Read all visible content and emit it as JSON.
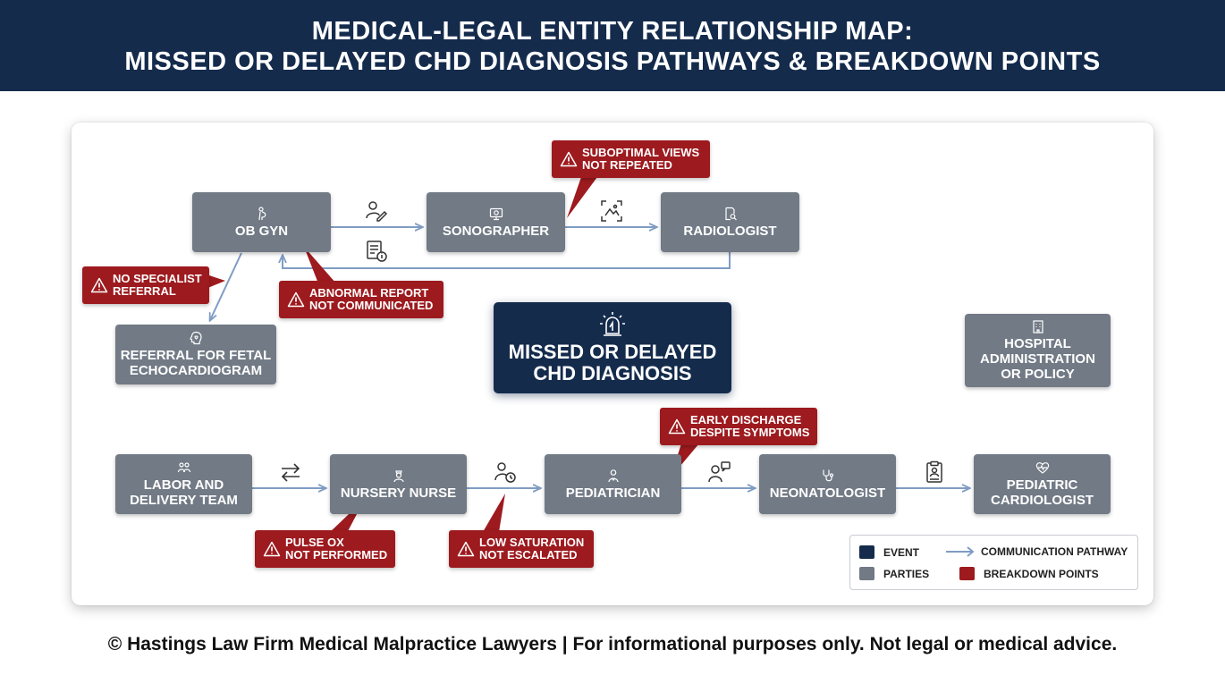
{
  "header": {
    "title_line1": "MEDICAL-LEGAL ENTITY RELATIONSHIP MAP:",
    "title_line2": "MISSED OR DELAYED CHD DIAGNOSIS PATHWAYS & BREAKDOWN POINTS"
  },
  "center": {
    "label": "MISSED OR DELAYED\nCHD DIAGNOSIS",
    "icon": "alarm-icon"
  },
  "nodes": {
    "obgyn": {
      "label": "OB GYN",
      "icon": "pregnant-icon"
    },
    "sonographer": {
      "label": "SONOGRAPHER",
      "icon": "ultrasound-icon"
    },
    "radiologist": {
      "label": "RADIOLOGIST",
      "icon": "document-search-icon"
    },
    "referral": {
      "label": "REFERRAL FOR FETAL\nECHOCARDIOGRAM",
      "icon": "heart-head-icon"
    },
    "hospital": {
      "label": "HOSPITAL\nADMINISTRATION\nOR POLICY",
      "icon": "building-icon"
    },
    "labor": {
      "label": "LABOR AND\nDELIVERY TEAM",
      "icon": "team-icon"
    },
    "nursery": {
      "label": "NURSERY NURSE",
      "icon": "nurse-icon"
    },
    "pediatrician": {
      "label": "PEDIATRICIAN",
      "icon": "doctor-icon"
    },
    "neonatologist": {
      "label": "NEONATOLOGIST",
      "icon": "stethoscope-icon"
    },
    "pedcardio": {
      "label": "PEDIATRIC\nCARDIOLOGIST",
      "icon": "heart-pulse-icon"
    }
  },
  "breakdowns": {
    "suboptimal": "SUBOPTIMAL VIEWS\nNOT REPEATED",
    "no_referral": "NO SPECIALIST\nREFERRAL",
    "abnormal": "ABNORMAL REPORT\nNOT COMMUNICATED",
    "early_discharge": "EARLY DISCHARGE\nDESPITE SYMPTOMS",
    "pulse_ox": "PULSE OX\nNOT PERFORMED",
    "low_sat": "LOW SATURATION\nNOT ESCALATED"
  },
  "edge_icons": [
    "user-edit-icon",
    "image-scan-icon",
    "report-info-icon",
    "swap-arrows-icon",
    "user-clock-icon",
    "user-chat-icon",
    "clipboard-icon"
  ],
  "legend": {
    "event": "EVENT",
    "parties": "PARTIES",
    "pathway": "COMMUNICATION PATHWAY",
    "breakdown": "BREAKDOWN POINTS"
  },
  "colors": {
    "event": "#142b4c",
    "party": "#717a85",
    "breakdown": "#9d1a1e",
    "pathway": "#7f9cc4"
  },
  "footer": "© Hastings Law Firm Medical Malpractice Lawyers | For informational purposes only. Not legal or medical advice."
}
